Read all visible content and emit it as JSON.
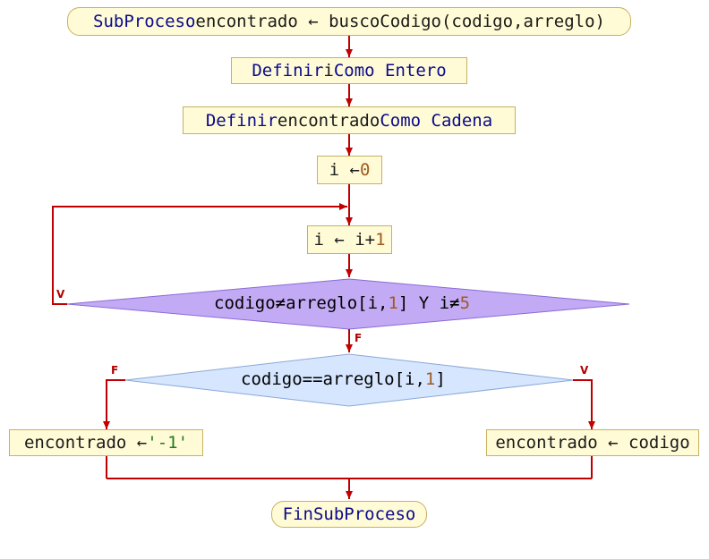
{
  "colors": {
    "arrow": "#c00000",
    "box_fill": "#fffbd6",
    "box_border": "#c8b060",
    "loop_decision_fill": "#c3aaf5",
    "decision_fill": "#d6e6ff",
    "keyword": "#0a0a8c",
    "number": "#a05a1e",
    "string": "#1e7a1e"
  },
  "start": {
    "kw": "SubProceso",
    "text": " encontrado ← buscoCodigo(codigo,arreglo)"
  },
  "def_i": {
    "kw1": "Definir",
    "mid": " i ",
    "kw2": "Como Entero"
  },
  "def_encontrado": {
    "kw1": "Definir",
    "mid": " encontrado ",
    "kw2": "Como Cadena"
  },
  "assign_i0": {
    "lhs": "i ← ",
    "num": "0"
  },
  "increment": {
    "lhs": "i ← i+",
    "num": "1"
  },
  "loop_condition": {
    "a": "codigo≠arreglo[i,",
    "n1": "1",
    "b": "] Y i≠",
    "n2": "5"
  },
  "loop_labels": {
    "true_label": "V",
    "false_label": "F"
  },
  "decision": {
    "a": "codigo==arreglo[i,",
    "n1": "1",
    "b": "]"
  },
  "decision_labels": {
    "false_label": "F",
    "true_label": "V"
  },
  "assign_minus1": {
    "lhs": "encontrado ← ",
    "str": "'-1'"
  },
  "assign_codigo": {
    "text": "encontrado ← codigo"
  },
  "end": {
    "text": "FinSubProceso"
  }
}
